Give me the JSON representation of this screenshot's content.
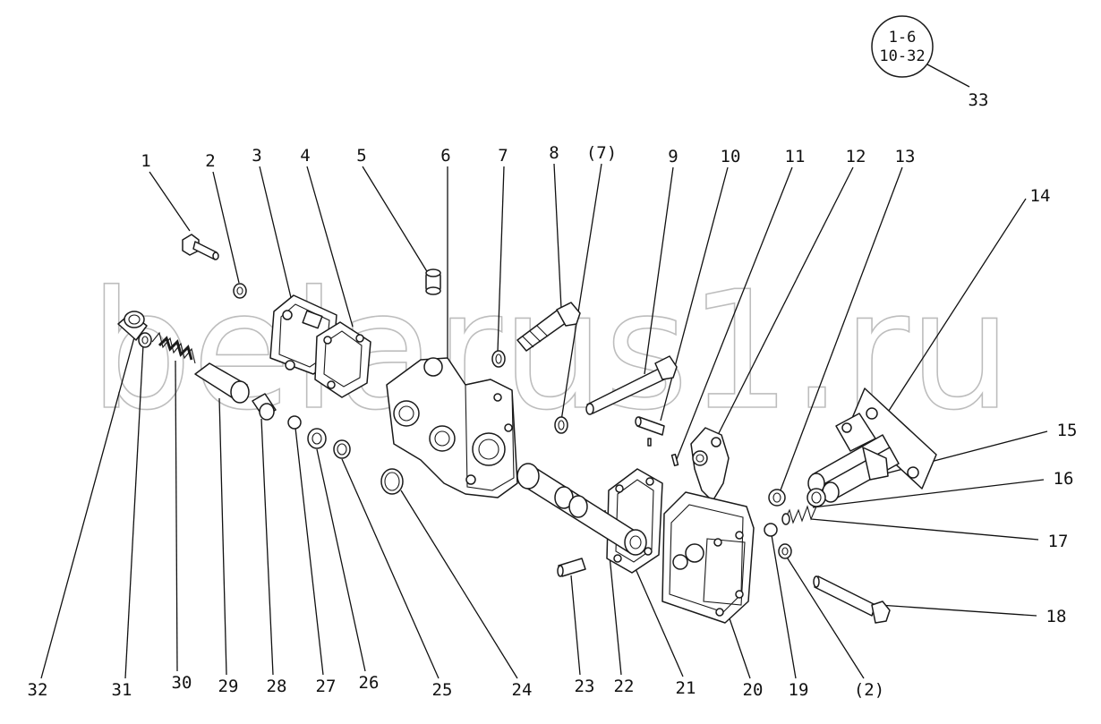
{
  "watermark": "belarus1.ru",
  "assembly_circle": {
    "line1": "1-6",
    "line2": "10-32",
    "ref": "33"
  },
  "labels_top": [
    "1",
    "2",
    "3",
    "4",
    "5",
    "6",
    "7",
    "8",
    "(7)",
    "9",
    "10",
    "11",
    "12",
    "13",
    "14"
  ],
  "labels_right": [
    "15",
    "16",
    "17",
    "18"
  ],
  "labels_bottom": [
    "32",
    "31",
    "30",
    "29",
    "28",
    "27",
    "26",
    "25",
    "24",
    "23",
    "22",
    "21",
    "20",
    "19",
    "(2)"
  ]
}
